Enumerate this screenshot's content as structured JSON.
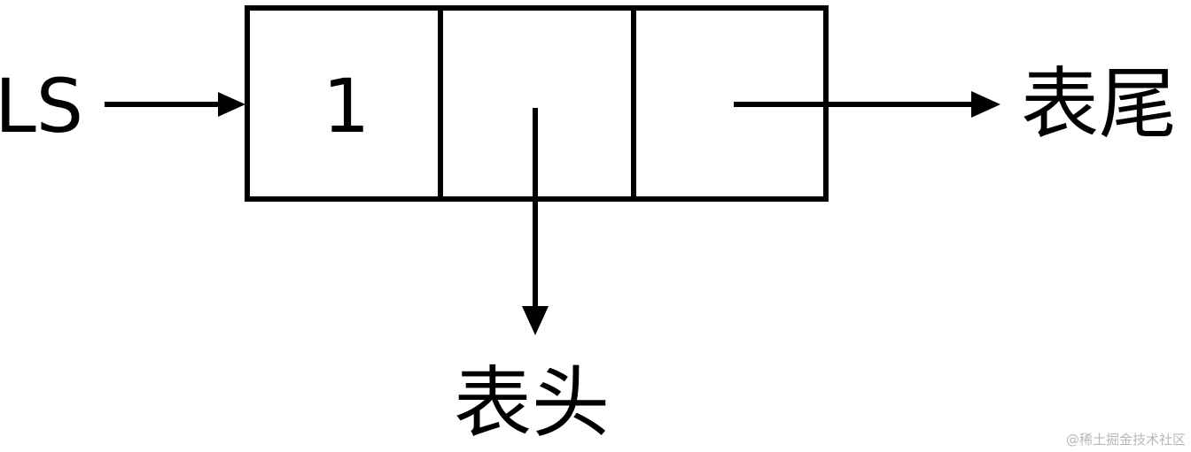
{
  "labels": {
    "list_name": "LS",
    "atom_value": "1",
    "tail": "表尾",
    "head": "表头"
  },
  "watermark": "@稀土掘金技术社区",
  "colors": {
    "stroke": "#000000",
    "watermark": "#b8b8b8"
  }
}
